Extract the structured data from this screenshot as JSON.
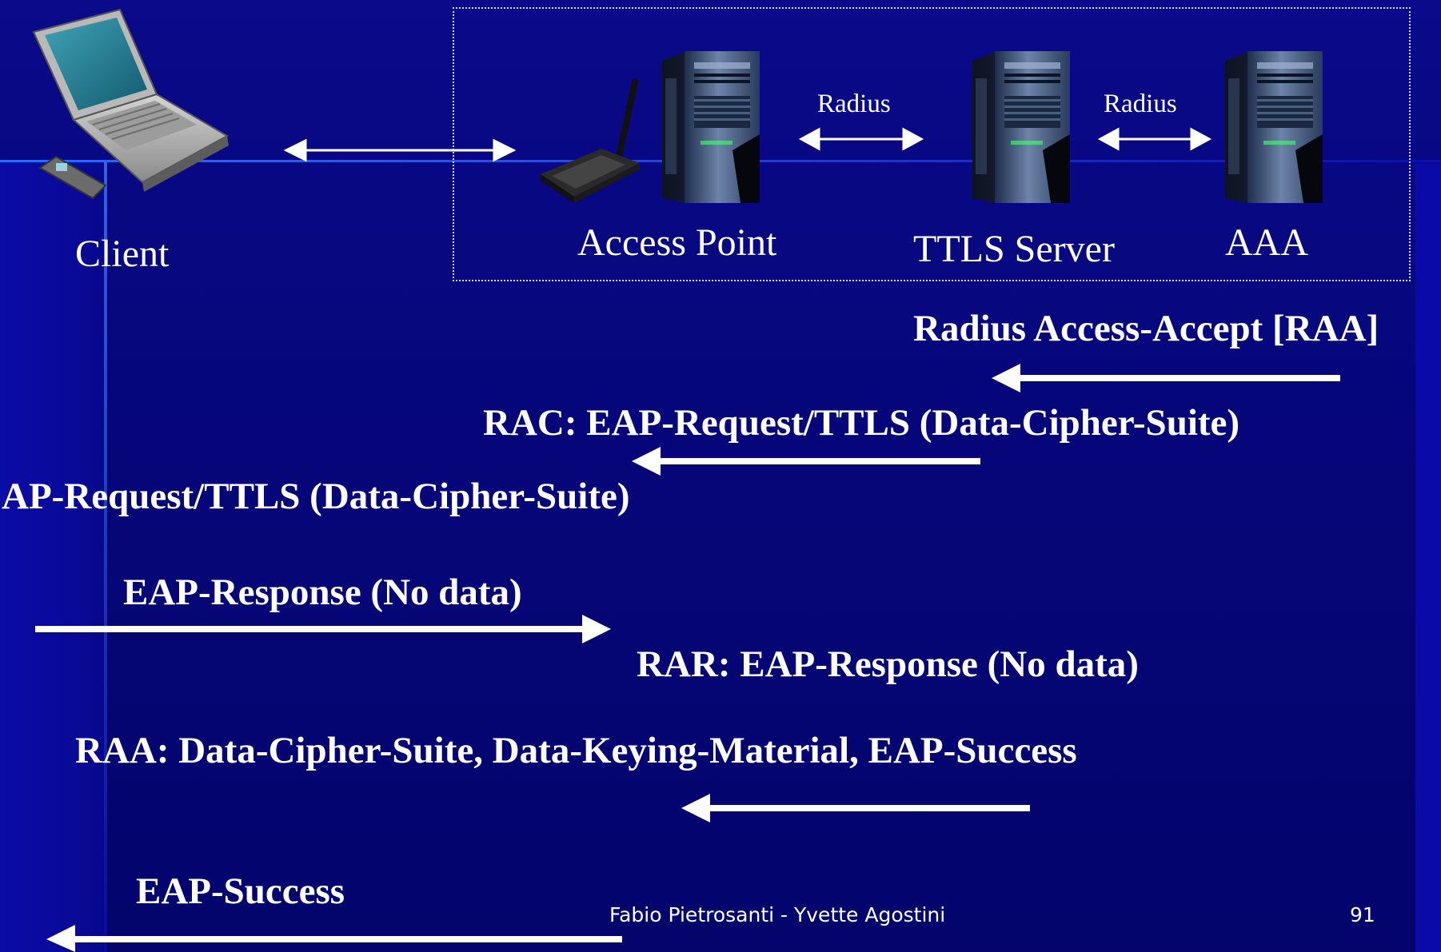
{
  "nodes": {
    "client": "Client",
    "access_point": "Access Point",
    "ttls_server": "TTLS Server",
    "aaa": "AAA"
  },
  "links": {
    "ap_ttls": "Radius",
    "ttls_aaa": "Radius"
  },
  "messages": {
    "m1": "Radius Access-Accept [RAA]",
    "m2": "RAC: EAP-Request/TTLS (Data-Cipher-Suite)",
    "m3": "AP-Request/TTLS (Data-Cipher-Suite)",
    "m4": "EAP-Response (No data)",
    "m5": "RAR: EAP-Response (No data)",
    "m6": "RAA: Data-Cipher-Suite, Data-Keying-Material, EAP-Success",
    "m7": "EAP-Success"
  },
  "footer": {
    "authors": "Fabio Pietrosanti - Yvette Agostini",
    "page_number": "91"
  },
  "icons": [
    "laptop-icon",
    "wireless-access-point-icon",
    "server-tower-icon"
  ],
  "colors": {
    "background": "#06067a",
    "text": "#ffffff",
    "accent_line": "#2b6bff"
  }
}
